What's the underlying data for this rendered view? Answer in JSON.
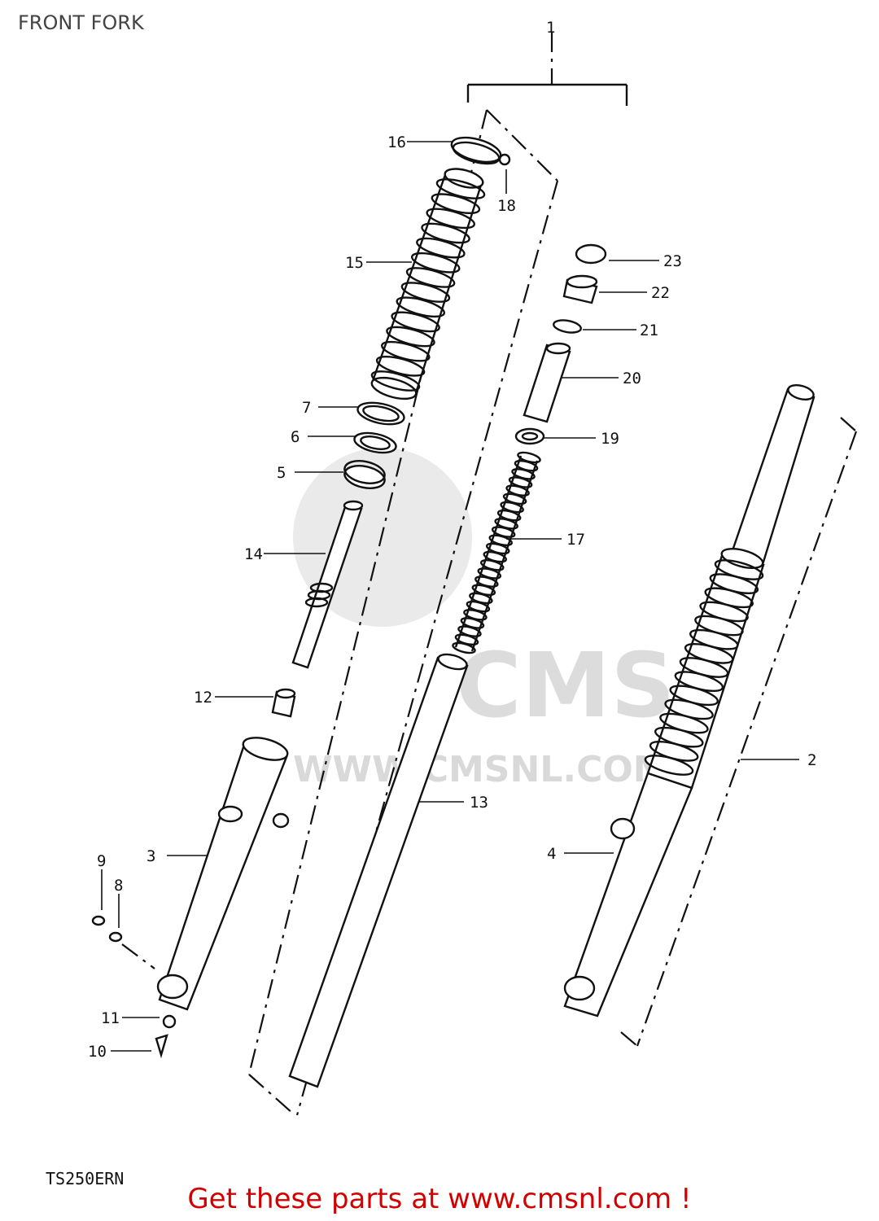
{
  "title": "FRONT FORK",
  "model_code": "TS250ERN",
  "footer": "Get these parts at www.cmsnl.com !",
  "watermark": {
    "logo": "CMS",
    "url": "WWW.CMSNL.COM"
  },
  "colors": {
    "footer_text": "#d40000",
    "line": "#111111",
    "watermark": "#d9d9d9"
  },
  "callouts": [
    {
      "num": "1"
    },
    {
      "num": "2"
    },
    {
      "num": "3"
    },
    {
      "num": "4"
    },
    {
      "num": "5"
    },
    {
      "num": "6"
    },
    {
      "num": "7"
    },
    {
      "num": "8"
    },
    {
      "num": "9"
    },
    {
      "num": "10"
    },
    {
      "num": "11"
    },
    {
      "num": "12"
    },
    {
      "num": "13"
    },
    {
      "num": "14"
    },
    {
      "num": "15"
    },
    {
      "num": "16"
    },
    {
      "num": "17"
    },
    {
      "num": "18"
    },
    {
      "num": "19"
    },
    {
      "num": "20"
    },
    {
      "num": "21"
    },
    {
      "num": "22"
    },
    {
      "num": "23"
    }
  ]
}
